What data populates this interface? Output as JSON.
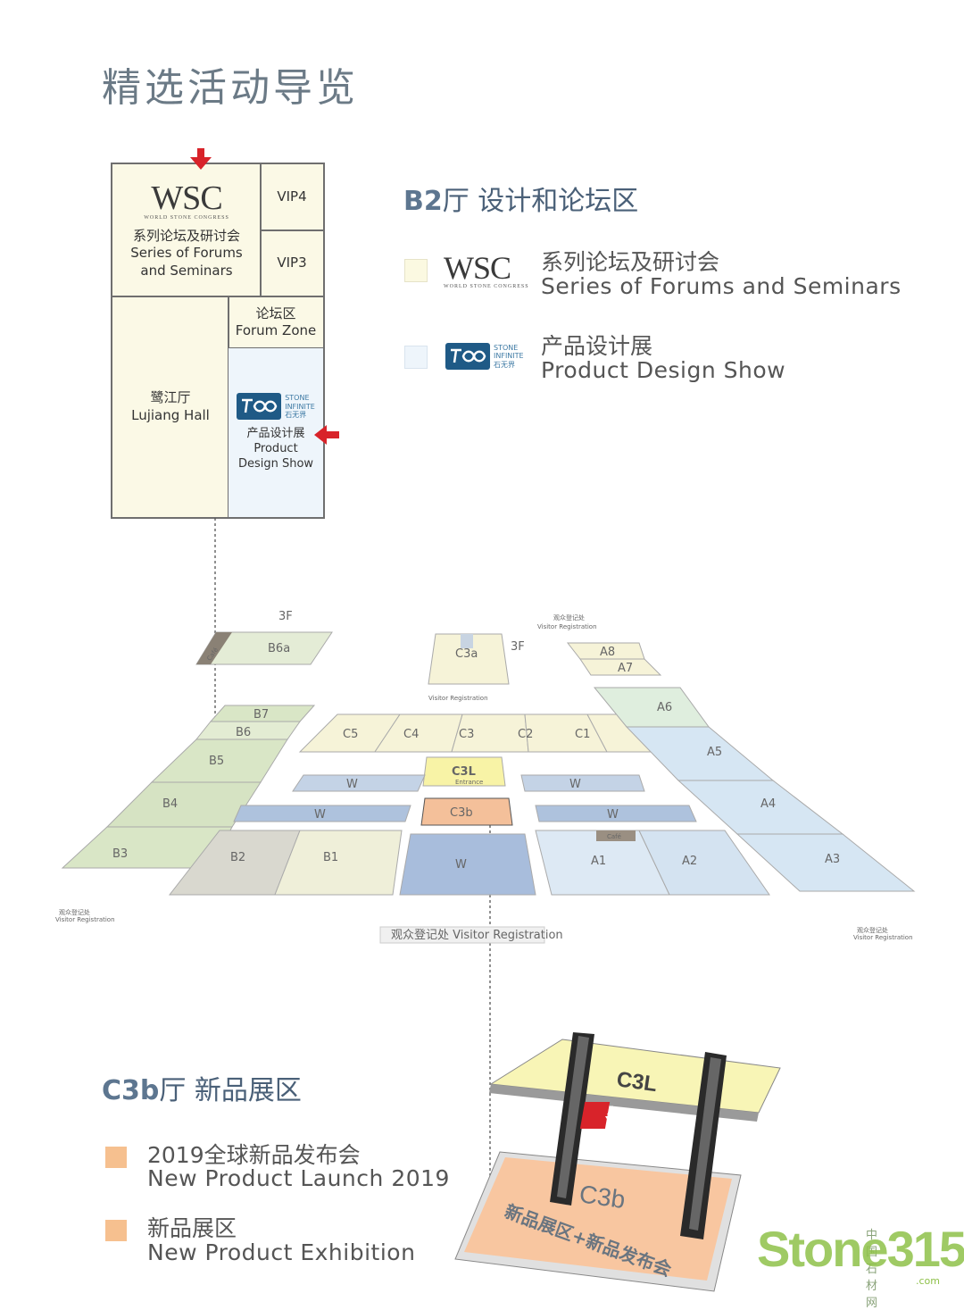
{
  "page": {
    "title": "精选活动导览"
  },
  "b2_floorplan": {
    "wsc_logo": "WSC",
    "wsc_logo_sub": "WORLD STONE CONGRESS",
    "forum_cn": "系列论坛及研讨会",
    "forum_en_1": "Series of Forums",
    "forum_en_2": "and Seminars",
    "vip4": "VIP4",
    "vip3": "VIP3",
    "forum_zone_cn": "论坛区",
    "forum_zone_en": "Forum Zone",
    "lujiang_cn": "鹭江厅",
    "lujiang_en": "Lujiang Hall",
    "si_line1": "STONE",
    "si_line2": "INFINITE",
    "si_line3": "石无界",
    "design_cn": "产品设计展",
    "design_en_1": "Product",
    "design_en_2": "Design Show"
  },
  "b2_legend": {
    "title_bold": "B2",
    "title_rest": "厅 设计和论坛区",
    "items": [
      {
        "cn": "系列论坛及研讨会",
        "en": "Series of Forums and Seminars",
        "color": "#fbf9e1"
      },
      {
        "cn": "产品设计展",
        "en": "Product Design Show",
        "color": "#eef5fb"
      }
    ]
  },
  "map": {
    "labels": {
      "b6a": "B6a",
      "b7": "B7",
      "b6": "B6",
      "b5": "B5",
      "b4": "B4",
      "b3": "B3",
      "b2": "B2",
      "b1": "B1",
      "c5": "C5",
      "c4": "C4",
      "c3": "C3",
      "c2": "C2",
      "c1": "C1",
      "c3a": "C3a",
      "c3l": "C3L",
      "c3b": "C3b",
      "a8": "A8",
      "a7": "A7",
      "a6": "A6",
      "a5": "A5",
      "a4": "A4",
      "a3": "A3",
      "a2": "A2",
      "a1": "A1",
      "w": "W",
      "f3": "3F",
      "cafe": "Café",
      "entrance": "Entrance"
    },
    "visitor_reg_cn": "观众登记处",
    "visitor_reg_en": "Visitor Registration",
    "visitor_reg_main": "观众登记处 Visitor Registration"
  },
  "c3b_legend": {
    "title_bold": "C3b",
    "title_rest": "厅 新品展区",
    "items": [
      {
        "cn": "2019全球新品发布会",
        "en": "New Product Launch 2019",
        "color": "#f6c08f"
      },
      {
        "cn": "新品展区",
        "en": "New Product Exhibition",
        "color": "#f6c08f"
      }
    ]
  },
  "c3b_diagram": {
    "upper": "C3L",
    "lower": "C3b",
    "lower_caption": "新品展区+新品发布会"
  },
  "watermark": {
    "brand": "Stone",
    "brand_num": "315",
    "cn": "中国石材网",
    "dotcom": ".com"
  }
}
